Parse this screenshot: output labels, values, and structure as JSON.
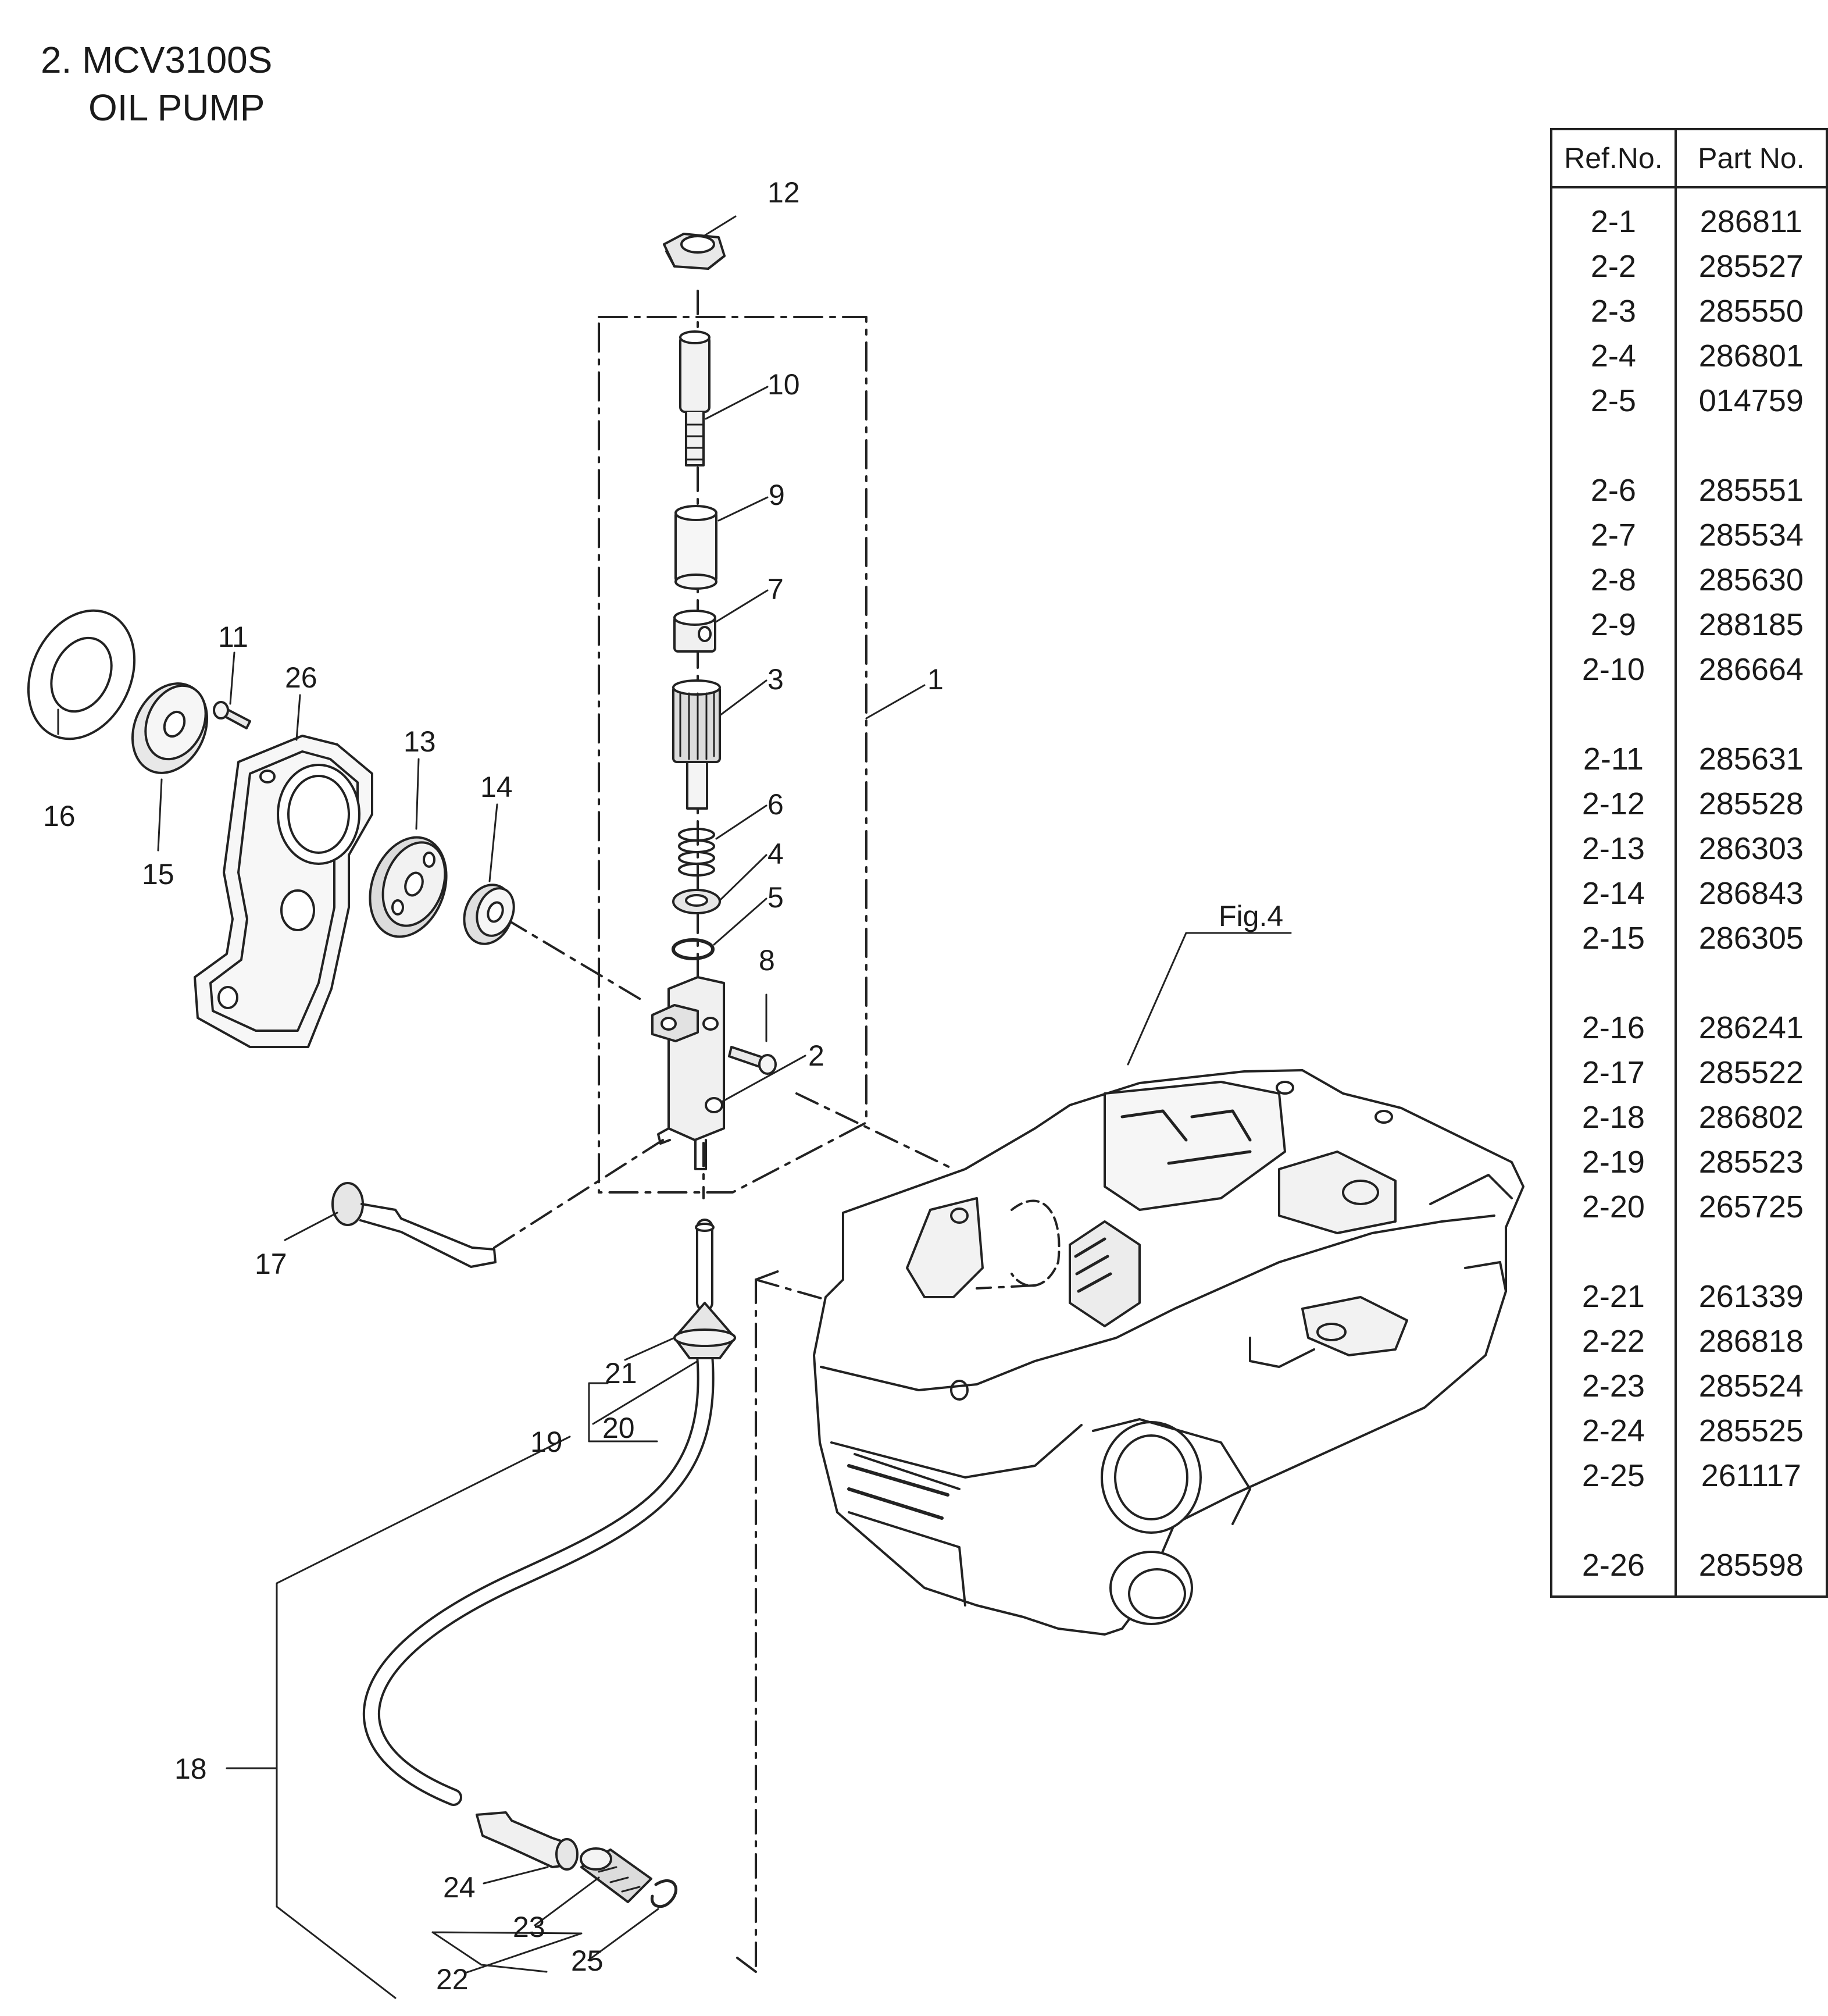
{
  "heading": {
    "title": "2. MCV3100S",
    "subtitle": "OIL PUMP"
  },
  "diagram": {
    "labels": {
      "l1": "1",
      "l2": "2",
      "l3": "3",
      "l4": "4",
      "l5": "5",
      "l6": "6",
      "l7": "7",
      "l8": "8",
      "l9": "9",
      "l10": "10",
      "l11": "11",
      "l12": "12",
      "l13": "13",
      "l14": "14",
      "l15": "15",
      "l16": "16",
      "l17": "17",
      "l18": "18",
      "l19": "19",
      "l20": "20",
      "l21": "21",
      "l22": "22",
      "l23": "23",
      "l24": "24",
      "l25": "25",
      "l26": "26"
    },
    "fig_ref": "Fig.4"
  },
  "parts_table": {
    "headers": [
      "Ref.No.",
      "Part No."
    ],
    "rows": [
      [
        "2-1",
        "286811"
      ],
      [
        "2-2",
        "285527"
      ],
      [
        "2-3",
        "285550"
      ],
      [
        "2-4",
        "286801"
      ],
      [
        "2-5",
        "014759"
      ],
      [
        "",
        ""
      ],
      [
        "2-6",
        "285551"
      ],
      [
        "2-7",
        "285534"
      ],
      [
        "2-8",
        "285630"
      ],
      [
        "2-9",
        "288185"
      ],
      [
        "2-10",
        "286664"
      ],
      [
        "",
        ""
      ],
      [
        "2-11",
        "285631"
      ],
      [
        "2-12",
        "285528"
      ],
      [
        "2-13",
        "286303"
      ],
      [
        "2-14",
        "286843"
      ],
      [
        "2-15",
        "286305"
      ],
      [
        "",
        ""
      ],
      [
        "2-16",
        "286241"
      ],
      [
        "2-17",
        "285522"
      ],
      [
        "2-18",
        "286802"
      ],
      [
        "2-19",
        "285523"
      ],
      [
        "2-20",
        "265725"
      ],
      [
        "",
        ""
      ],
      [
        "2-21",
        "261339"
      ],
      [
        "2-22",
        "286818"
      ],
      [
        "2-23",
        "285524"
      ],
      [
        "2-24",
        "285525"
      ],
      [
        "2-25",
        "261117"
      ],
      [
        "",
        ""
      ],
      [
        "2-26",
        "285598"
      ]
    ]
  }
}
